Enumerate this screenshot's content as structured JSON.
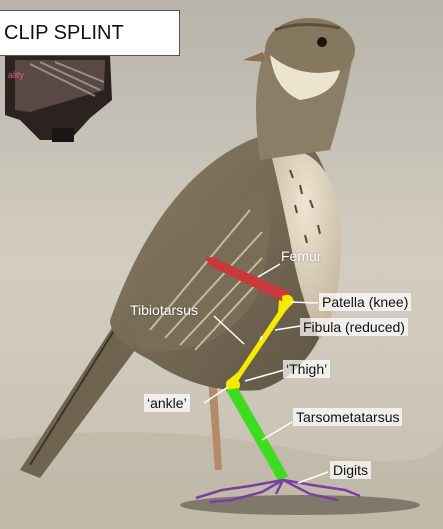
{
  "title": "CLIP SPLINT",
  "logo_text": "ality",
  "labels": {
    "femur": "Femur",
    "patella": "Patella (knee)",
    "tibiotarsus": "Tibiotarsus",
    "fibula": "Fibula (reduced)",
    "thigh": "‘Thigh’",
    "ankle": "‘ankle’",
    "tarsometatarsus": "Tarsometatarsus",
    "digits": "Digits"
  },
  "colors": {
    "femur": "#c9393b",
    "tibiotarsus": "#f5ea00",
    "tarsometatarsus": "#3ddc1e",
    "digits": "#7b3fa3"
  }
}
